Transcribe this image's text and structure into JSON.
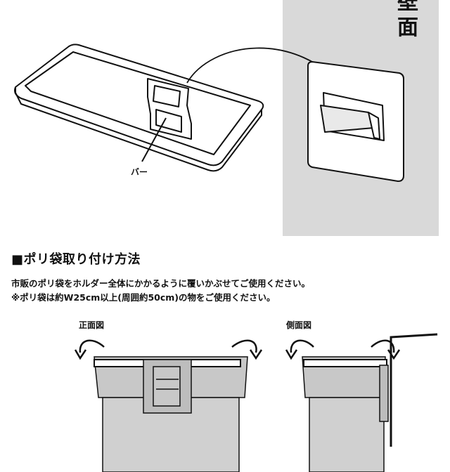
{
  "wall": {
    "label": "壁面"
  },
  "holder": {
    "bar_label": "バー"
  },
  "section": {
    "title": "■ポリ袋取り付け方法",
    "instruction_1": "市販のポリ袋をホルダー全体にかかるように覆いかぶせてご使用ください。",
    "instruction_2": "※ポリ袋は約W25cm以上(周囲約50cm)の物をご使用ください。"
  },
  "views": {
    "front_label": "正面図",
    "side_label": "側面図"
  },
  "colors": {
    "wall_bg": "#d9d9d9",
    "bag_fill": "#c8c8c8",
    "line": "#111111"
  }
}
